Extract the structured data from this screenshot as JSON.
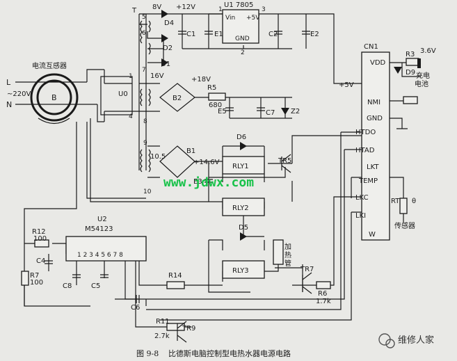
{
  "labels": {
    "L": "L",
    "N": "N",
    "mains_voltage": "~220V",
    "current_transformer": "电流互感器",
    "ct_core": "B",
    "T": "T",
    "v8": "8V",
    "plus12v": "+12V",
    "D4": "D4",
    "D2": "D2",
    "D1": "D1",
    "pin5": "5",
    "pin6": "6",
    "pin7": "7",
    "pin8": "8",
    "pin9": "9",
    "pin10": "10",
    "U1": "U1 7805",
    "vin": "Vin",
    "plus5v_u1": "+5V",
    "gnd_u1": "GND",
    "pin1": "1",
    "pin2": "2",
    "pin3": "3",
    "C1": "C1",
    "E1": "E1",
    "C2": "C2",
    "E2": "E2",
    "U0": "U0",
    "pin1_u0": "1",
    "pin4_u0": "4",
    "v16": "16V",
    "B2": "B2",
    "plus18v": "+18V",
    "R5": "R5",
    "R5_value": "680",
    "E5": "E5",
    "C7": "C7",
    "Z2": "Z2",
    "v10_5": "10.5",
    "B1": "B1",
    "plus14_6v": "+14.6V",
    "E3": "E3",
    "D6": "D6",
    "RLY1": "RLY1",
    "TR5": "TR5",
    "RLY2": "RLY2",
    "D5": "D5",
    "RLY3": "RLY3",
    "heater_line1": "加",
    "heater_line2": "热",
    "heater_line3": "管",
    "TR7": "TR7",
    "R6": "R6",
    "R6_value": "1.7k",
    "CN1": "CN1",
    "VDD": "VDD",
    "plus5v_cn1": "+5V",
    "NMI": "NMI",
    "GND": "GND",
    "HTDO": "HTDO",
    "HTAD": "HTAD",
    "LKT": "LKT",
    "TEMP": "TEMP",
    "LKC": "LKC",
    "LKI": "LKI",
    "W": "W",
    "R3": "R3",
    "v3_6": "3.6V",
    "D9": "D9",
    "battery_line1": "充电",
    "battery_line2": "电池",
    "RT": "RT",
    "theta": "θ",
    "sensor": "传感器",
    "U2": "U2",
    "U2_part": "M54123",
    "u2_pins": "1  2  3  4  5  6  7  8",
    "R12": "R12",
    "R12_value": "100",
    "C4": "C4",
    "R7": "R7",
    "R7_value": "100",
    "C8": "C8",
    "C5": "C5",
    "C6": "C6",
    "R14": "R14",
    "R11": "R11",
    "R11_value": "2.7k",
    "TR9": "TR9"
  },
  "watermark": "www.jdwx.com",
  "caption": {
    "number": "图 9-8",
    "title": "比德斯电脑控制型电热水器电源电路"
  },
  "logo": "维修人家"
}
